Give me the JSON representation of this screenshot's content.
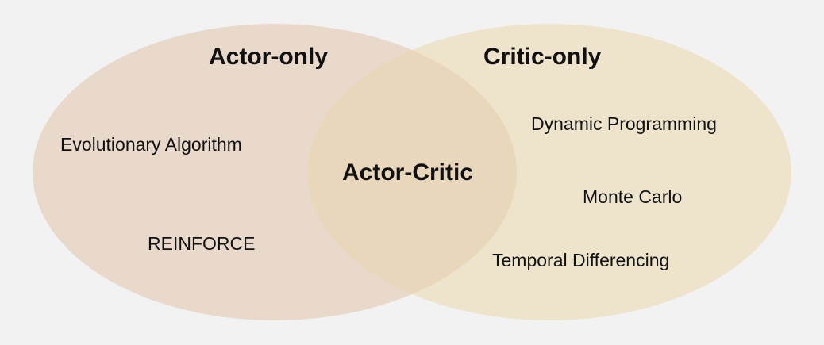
{
  "colors": {
    "background": "#f2f2f2",
    "actor_circle": "#e8d5c4",
    "critic_circle": "#ede2c6",
    "overlap": "#ead9bc",
    "text": "#111111"
  },
  "venn": {
    "actor": {
      "title": "Actor-only",
      "items": [
        "Evolutionary Algorithm",
        "REINFORCE"
      ]
    },
    "critic": {
      "title": "Critic-only",
      "items": [
        "Dynamic Programming",
        "Monte Carlo",
        "Temporal Differencing"
      ]
    },
    "intersection": {
      "label": "Actor-Critic"
    }
  }
}
